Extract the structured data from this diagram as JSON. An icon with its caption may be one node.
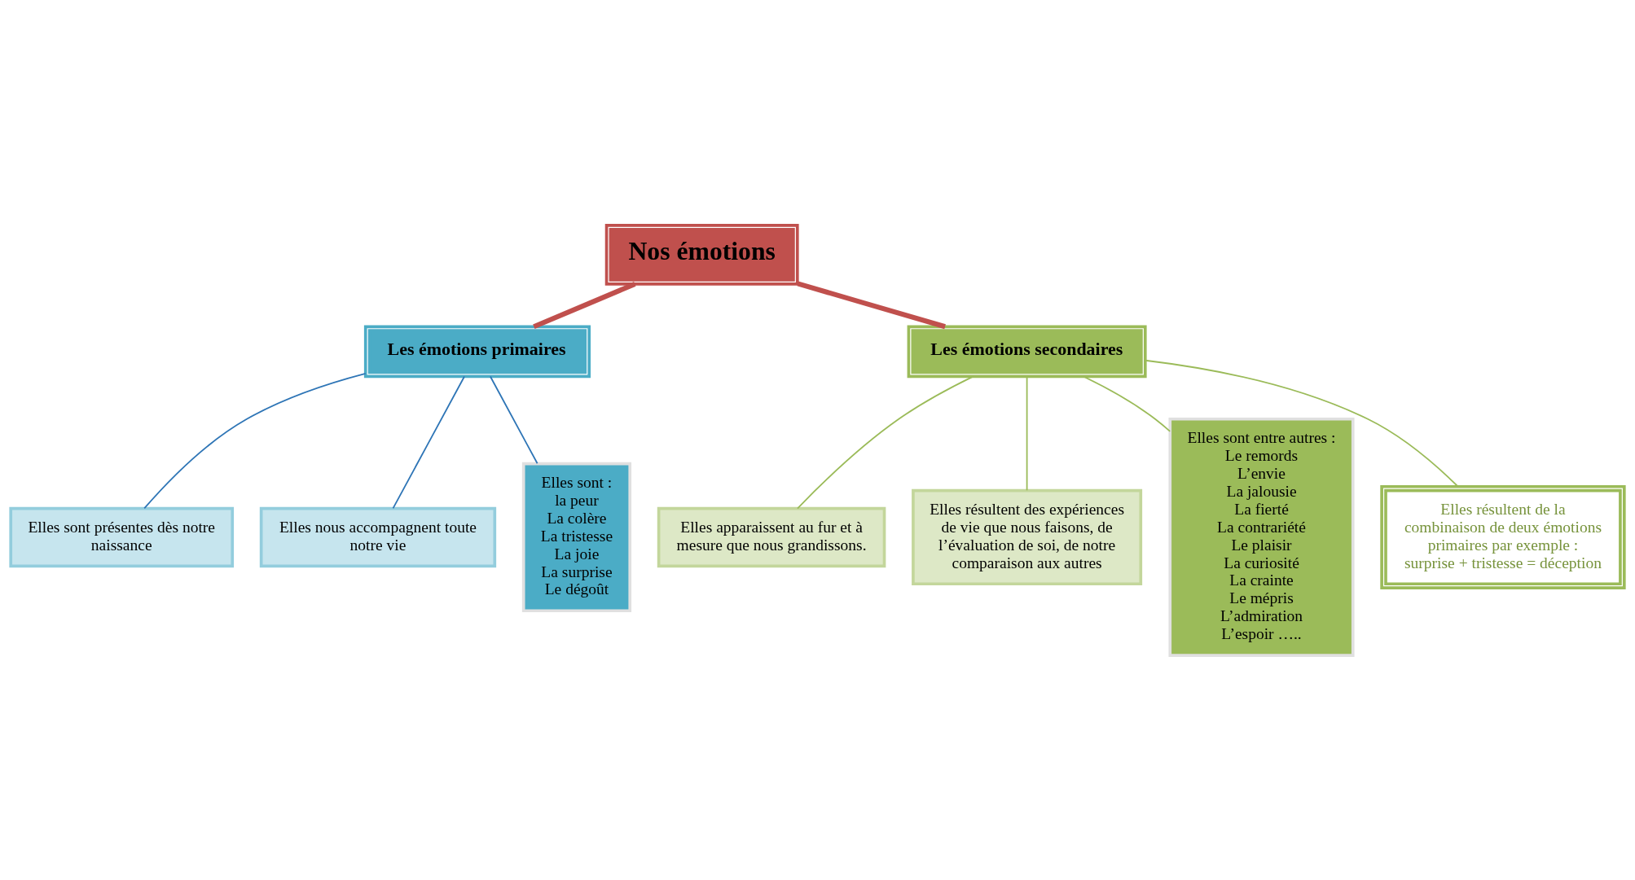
{
  "diagram": {
    "nodes": [
      {
        "text": [
          "Nos émotions"
        ]
      },
      {
        "text": [
          "Les émotions primaires"
        ]
      },
      {
        "text": [
          "Les émotions secondaires"
        ]
      },
      {
        "text": [
          "Elles sont présentes dès notre naissance"
        ]
      },
      {
        "text": [
          "Elles nous accompagnent toute notre vie"
        ]
      },
      {
        "text": [
          "Elles sont :",
          "la peur",
          "La colère",
          "La tristesse",
          "La joie",
          "La surprise",
          "Le dégoût"
        ]
      },
      {
        "text": [
          "Elles apparaissent au fur et à mesure que nous grandissons."
        ]
      },
      {
        "text": [
          "Elles résultent des expériences de vie que nous faisons, de l’évaluation de soi, de notre comparaison aux autres"
        ]
      },
      {
        "text": [
          "Elles sont entre autres :",
          "Le remords",
          "L’envie",
          "La jalousie",
          "La fierté",
          "La contrariété",
          "Le plaisir",
          "La curiosité",
          "La crainte",
          "Le mépris",
          "L’admiration",
          "L’espoir ….."
        ]
      },
      {
        "text": [
          "Elles résultent de la combinaison de deux émotions primaires par exemple :",
          "surprise + tristesse = déception"
        ]
      }
    ],
    "edges": [
      {
        "from": 0,
        "to": 1,
        "arrow": "none",
        "style": "thick",
        "color": "#c0504d"
      },
      {
        "from": 0,
        "to": 2,
        "arrow": "none",
        "style": "thick",
        "color": "#c0504d"
      },
      {
        "from": 1,
        "to": 3,
        "arrow": "none",
        "color": "#2e75b6"
      },
      {
        "from": 1,
        "to": 4,
        "arrow": "none",
        "color": "#2e75b6"
      },
      {
        "from": 1,
        "to": 5,
        "arrow": "none",
        "color": "#2e75b6"
      },
      {
        "from": 2,
        "to": 6,
        "arrow": "none"
      },
      {
        "from": 2,
        "to": 7,
        "arrow": "none"
      },
      {
        "from": 2,
        "to": 8,
        "arrow": "none"
      },
      {
        "from": 2,
        "to": 9,
        "arrow": "none"
      }
    ]
  }
}
